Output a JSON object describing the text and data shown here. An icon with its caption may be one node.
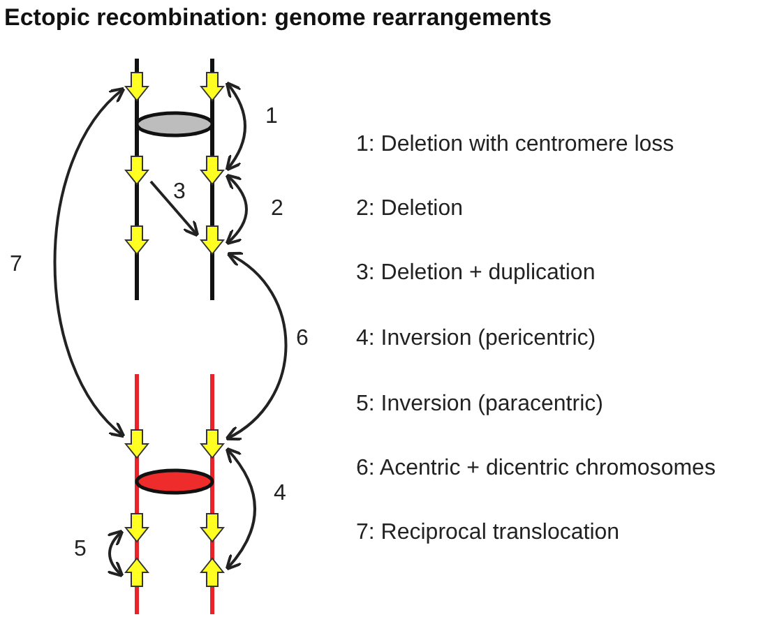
{
  "diagram": {
    "title": "Ectopic recombination: genome rearrangements",
    "nodes": [
      {
        "text": [],
        "shape": "arrow"
      },
      {
        "text": [],
        "shape": "arrow"
      },
      {
        "text": [],
        "shape": "arrow"
      },
      {
        "text": [],
        "shape": "arrow"
      },
      {
        "text": [],
        "shape": "arrow"
      },
      {
        "text": [],
        "shape": "arrow"
      },
      {
        "text": [],
        "shape": "arrow"
      },
      {
        "text": [],
        "shape": "arrow"
      },
      {
        "text": [],
        "shape": "arrow"
      },
      {
        "text": [],
        "shape": "arrow"
      },
      {
        "text": [],
        "shape": "arrow"
      },
      {
        "text": [],
        "shape": "arrow"
      }
    ],
    "edges": [
      {
        "from": 1,
        "to": 3,
        "arrow": "both",
        "label": "1"
      },
      {
        "from": 3,
        "to": 5,
        "arrow": "both",
        "label": "2"
      },
      {
        "from": 2,
        "to": 5,
        "arrow": "to",
        "label": "3"
      },
      {
        "from": 7,
        "to": 11,
        "arrow": "both",
        "label": "4"
      },
      {
        "from": 8,
        "to": 10,
        "arrow": "both",
        "label": "5"
      },
      {
        "from": 5,
        "to": 7,
        "arrow": "both",
        "label": "6"
      },
      {
        "from": 0,
        "to": 6,
        "arrow": "both",
        "label": "7"
      }
    ],
    "labels": [
      "1: Deletion with centromere loss",
      "2: Deletion",
      "3: Deletion + duplication",
      "4: Inversion (pericentric)",
      "5: Inversion (paracentric)",
      "6: Acentric + dicentric chromosomes",
      "7: Reciprocal translocation"
    ]
  }
}
